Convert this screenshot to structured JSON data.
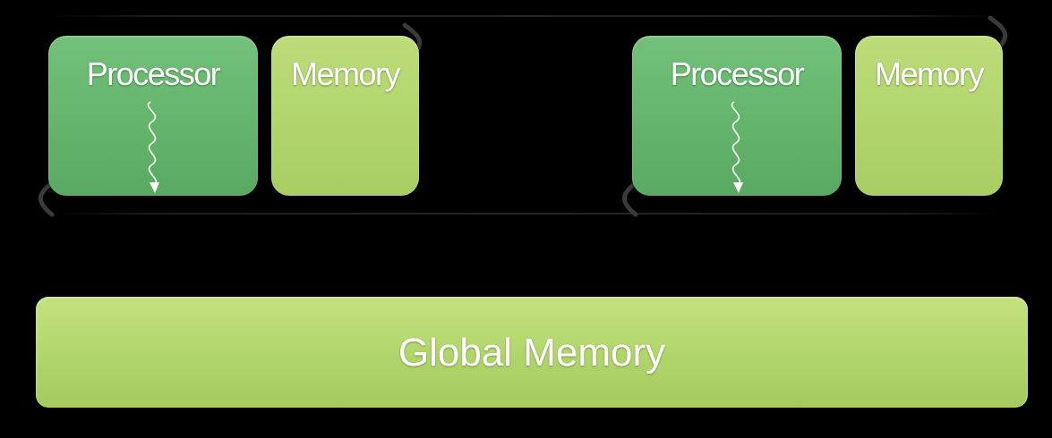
{
  "nodes": [
    {
      "processor": {
        "label": "Processor",
        "icon": "thread-squiggle-icon"
      },
      "memory": {
        "label": "Memory"
      }
    },
    {
      "processor": {
        "label": "Processor",
        "icon": "thread-squiggle-icon"
      },
      "memory": {
        "label": "Memory"
      }
    }
  ],
  "global_memory": {
    "label": "Global Memory"
  },
  "colors": {
    "background": "#000000",
    "processor": "#64b46b",
    "memory": "#b1d56c",
    "global_memory": "#b2d66c",
    "text": "#ffffff"
  }
}
